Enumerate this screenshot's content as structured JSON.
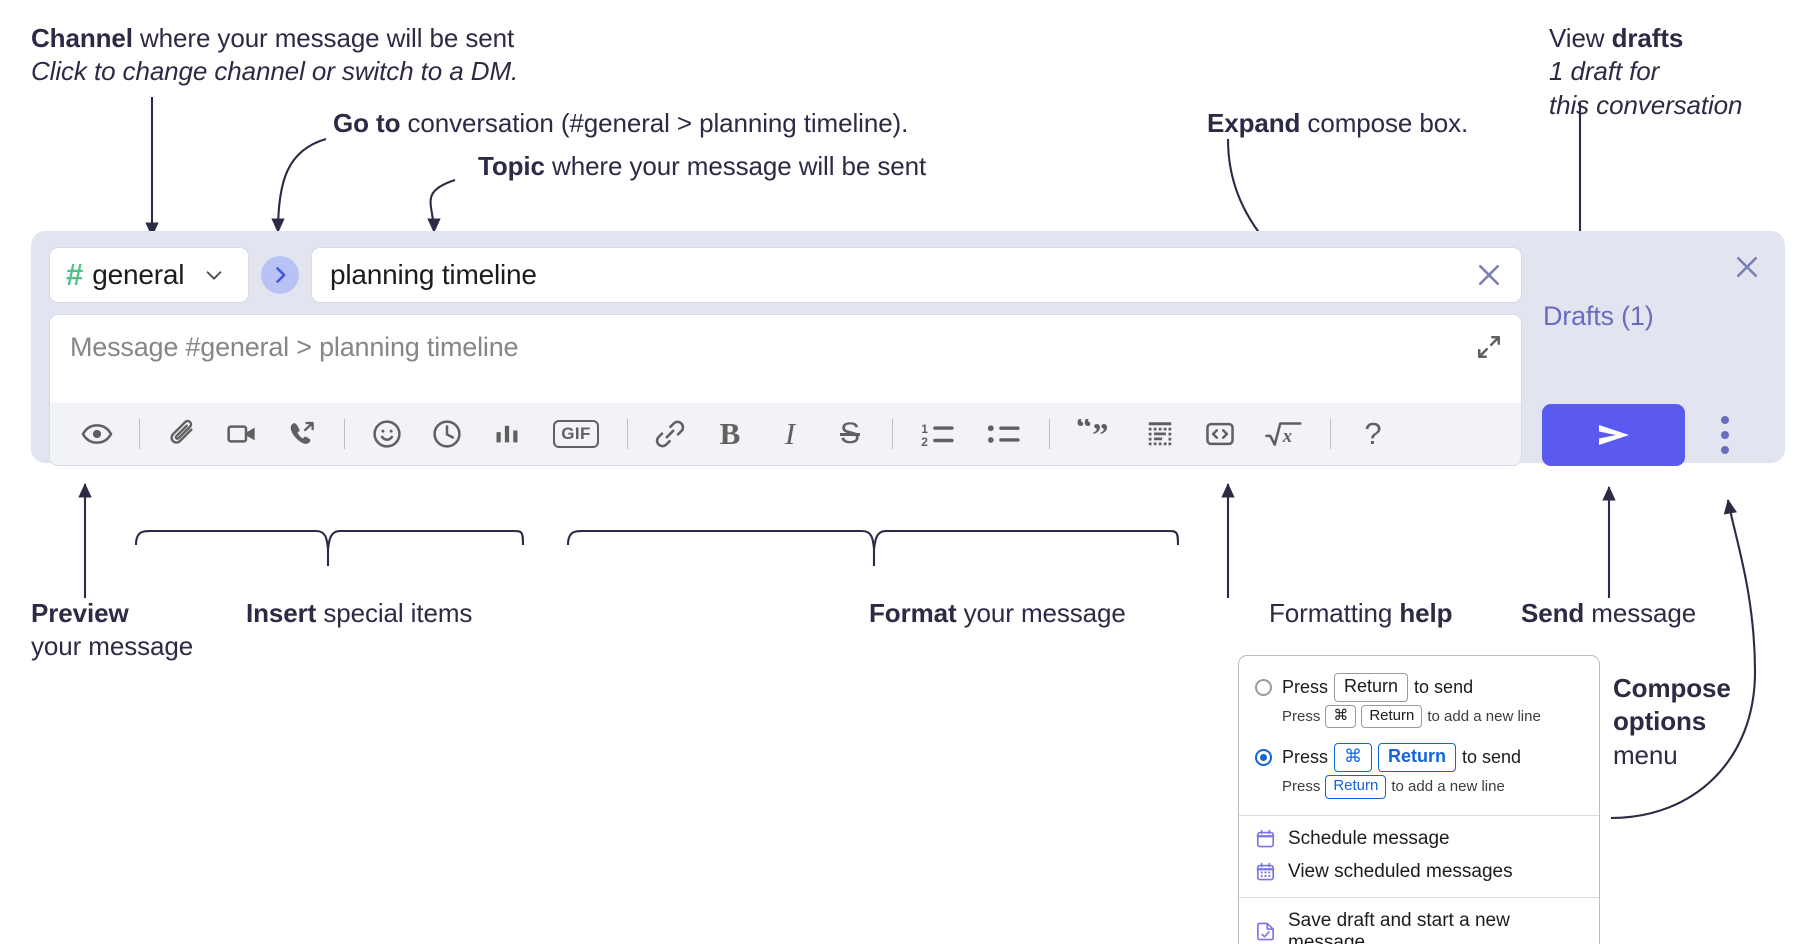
{
  "annotations": {
    "channel": {
      "bold": "Channel",
      "rest": " where your message will be sent",
      "italic": "Click to change channel or switch to a DM."
    },
    "goto": {
      "bold": "Go to",
      "rest": " conversation (#general > planning timeline)."
    },
    "topic": {
      "bold": "Topic",
      "rest": " where your message will be sent"
    },
    "expand": {
      "bold": "Expand",
      "rest": " compose box."
    },
    "drafts": {
      "lead": "View ",
      "bold": "drafts",
      "italic_l1": "1 draft for",
      "italic_l2": "this conversation"
    },
    "preview": {
      "bold": "Preview",
      "line2": "your message"
    },
    "insert": {
      "bold": "Insert",
      "rest": " special items"
    },
    "format": {
      "bold": "Format",
      "rest": " your message"
    },
    "help": {
      "lead": "Formatting ",
      "bold": "help"
    },
    "send": {
      "bold": "Send",
      "rest": " message"
    },
    "compose_options": {
      "bold_l1": "Compose",
      "bold_l2": "options",
      "l3": "menu"
    }
  },
  "compose": {
    "channel": {
      "hash": "#",
      "name": "general",
      "chevron_icon": "chevron-down-icon"
    },
    "goto_icon": "chevron-right-icon",
    "topic": {
      "value": "planning timeline",
      "clear_icon": "close-icon"
    },
    "message": {
      "placeholder": "Message #general > planning timeline",
      "value": "",
      "expand_icon": "expand-icon"
    },
    "close_icon": "close-icon",
    "drafts_label": "Drafts (1)",
    "send_icon": "send-paper-plane-icon",
    "kebab_icon": "more-options-vertical-icon",
    "toolbar": [
      {
        "name": "preview-icon",
        "glyph": "eye",
        "group": "preview"
      },
      {
        "name": "attachment-icon",
        "glyph": "paperclip",
        "group": "insert"
      },
      {
        "name": "video-clip-icon",
        "glyph": "video",
        "group": "insert"
      },
      {
        "name": "audio-clip-icon",
        "glyph": "phone",
        "group": "insert"
      },
      {
        "name": "emoji-icon",
        "glyph": "smiley",
        "group": "insert"
      },
      {
        "name": "reminder-clock-icon",
        "glyph": "clock",
        "group": "insert"
      },
      {
        "name": "poll-icon",
        "glyph": "bars",
        "group": "insert"
      },
      {
        "name": "gif-icon",
        "glyph": "gif",
        "group": "insert",
        "label": "GIF"
      },
      {
        "name": "link-icon",
        "glyph": "link",
        "group": "format"
      },
      {
        "name": "bold-icon",
        "glyph": "bold",
        "group": "format",
        "label": "B"
      },
      {
        "name": "italic-icon",
        "glyph": "italic",
        "group": "format",
        "label": "I"
      },
      {
        "name": "strikethrough-icon",
        "glyph": "strike",
        "group": "format",
        "label": "S"
      },
      {
        "name": "ordered-list-icon",
        "glyph": "olist",
        "group": "format"
      },
      {
        "name": "bulleted-list-icon",
        "glyph": "ulist",
        "group": "format"
      },
      {
        "name": "blockquote-icon",
        "glyph": "quote",
        "group": "format"
      },
      {
        "name": "code-block-icon",
        "glyph": "codeblock",
        "group": "format"
      },
      {
        "name": "inline-code-icon",
        "glyph": "code",
        "group": "format"
      },
      {
        "name": "math-icon",
        "glyph": "sqrt",
        "group": "format"
      },
      {
        "name": "formatting-help-icon",
        "glyph": "question",
        "group": "help",
        "label": "?"
      }
    ]
  },
  "options_menu": {
    "send_options": [
      {
        "selected": false,
        "main_pre": "Press",
        "main_key": "Return",
        "main_post": "to send",
        "sub_pre": "Press",
        "sub_key1": "⌘",
        "sub_key2": "Return",
        "sub_post": "to add a new line"
      },
      {
        "selected": true,
        "main_pre": "Press",
        "main_key1": "⌘",
        "main_key2": "Return",
        "main_post": "to send",
        "sub_pre": "Press",
        "sub_key": "Return",
        "sub_post": "to add a new line"
      }
    ],
    "items": [
      {
        "icon": "calendar-clock-icon",
        "label": "Schedule message"
      },
      {
        "icon": "calendar-grid-icon",
        "label": "View scheduled messages"
      },
      {
        "icon": "save-draft-icon",
        "label": "Save draft and start a new message",
        "divider_before": true
      }
    ]
  },
  "colors": {
    "panel_bg": "#e2e4f0",
    "accent_send": "#5a5af0",
    "drafts_text": "#6a6cbf",
    "hash_green": "#4fc28a",
    "goto_circle": "#b9c2f5",
    "toolbar_icon": "#616061",
    "radio_blue": "#1264dd",
    "menu_icon_purple": "#7b74e8"
  }
}
